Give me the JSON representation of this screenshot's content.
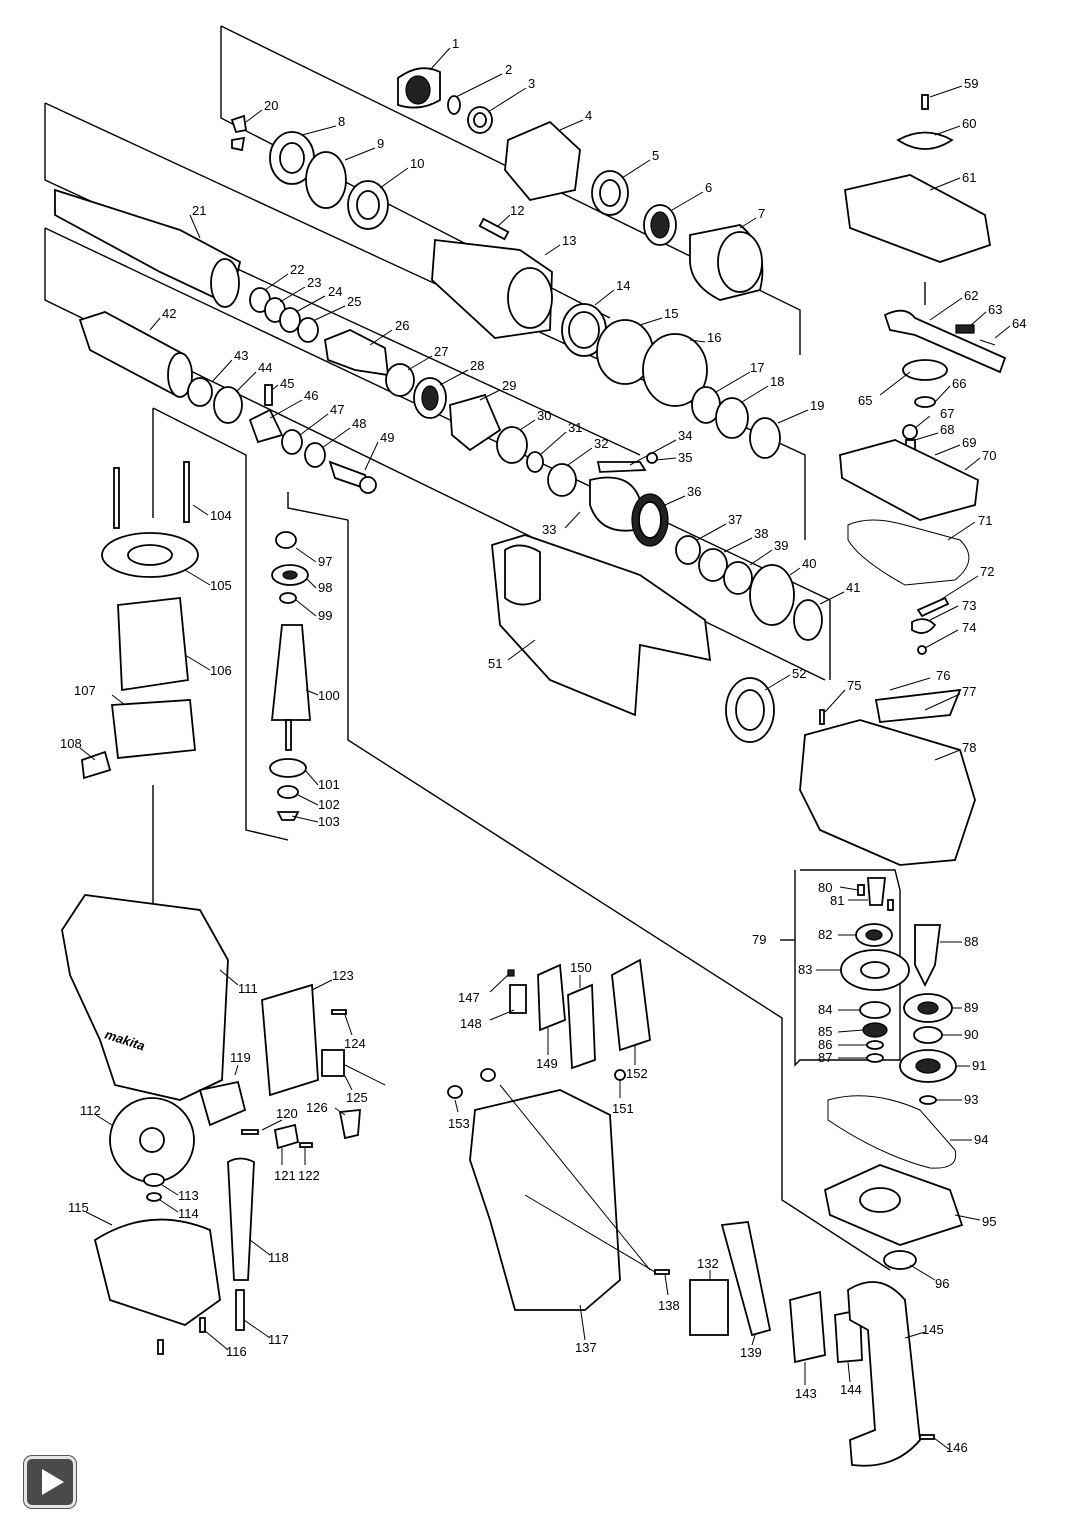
{
  "diagram": {
    "part_labels": [
      "1",
      "2",
      "3",
      "4",
      "5",
      "6",
      "7",
      "8",
      "9",
      "10",
      "12",
      "13",
      "14",
      "15",
      "16",
      "17",
      "18",
      "19",
      "20",
      "21",
      "22",
      "23",
      "24",
      "25",
      "26",
      "27",
      "28",
      "29",
      "30",
      "31",
      "32",
      "33",
      "34",
      "35",
      "36",
      "37",
      "38",
      "39",
      "40",
      "41",
      "42",
      "43",
      "44",
      "45",
      "46",
      "47",
      "48",
      "49",
      "51",
      "52",
      "59",
      "60",
      "61",
      "62",
      "63",
      "64",
      "65",
      "66",
      "67",
      "68",
      "69",
      "70",
      "71",
      "72",
      "73",
      "74",
      "75",
      "76",
      "77",
      "78",
      "79",
      "80",
      "81",
      "82",
      "83",
      "84",
      "85",
      "86",
      "87",
      "88",
      "89",
      "90",
      "91",
      "93",
      "94",
      "95",
      "96",
      "97",
      "98",
      "99",
      "100",
      "101",
      "102",
      "103",
      "104",
      "105",
      "106",
      "107",
      "108",
      "111",
      "112",
      "113",
      "114",
      "115",
      "116",
      "117",
      "118",
      "119",
      "120",
      "121",
      "122",
      "123",
      "124",
      "125",
      "126",
      "132",
      "137",
      "138",
      "139",
      "143",
      "144",
      "145",
      "146",
      "147",
      "148",
      "149",
      "150",
      "151",
      "152",
      "153"
    ],
    "brand_text": "makita"
  },
  "controls": {
    "play_icon": "play-icon"
  }
}
